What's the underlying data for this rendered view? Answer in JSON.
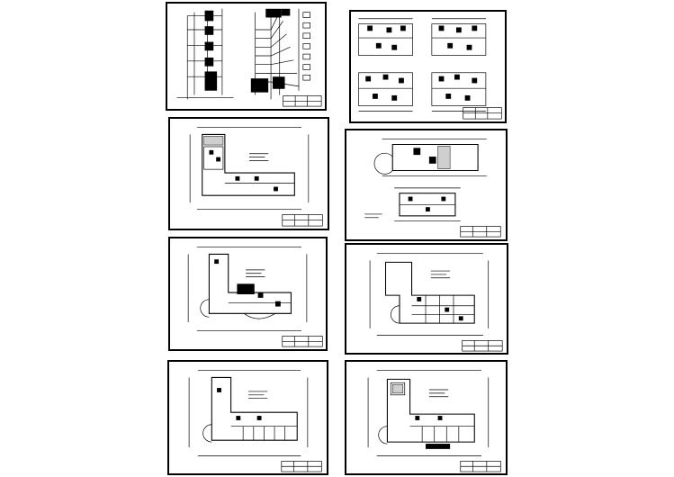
{
  "drawing_set": {
    "sheets": [
      {
        "id": "s1",
        "kind": "riser-diagram"
      },
      {
        "id": "s2",
        "kind": "typical-floor-plans"
      },
      {
        "id": "s3",
        "kind": "floor-plan"
      },
      {
        "id": "s4",
        "kind": "partial-plans"
      },
      {
        "id": "s5",
        "kind": "floor-plan"
      },
      {
        "id": "s6",
        "kind": "floor-plan"
      },
      {
        "id": "s7",
        "kind": "floor-plan"
      },
      {
        "id": "s8",
        "kind": "floor-plan"
      }
    ]
  },
  "colors": {
    "line": "#000000",
    "paper": "#ffffff",
    "fill": "#cfcfcf"
  }
}
